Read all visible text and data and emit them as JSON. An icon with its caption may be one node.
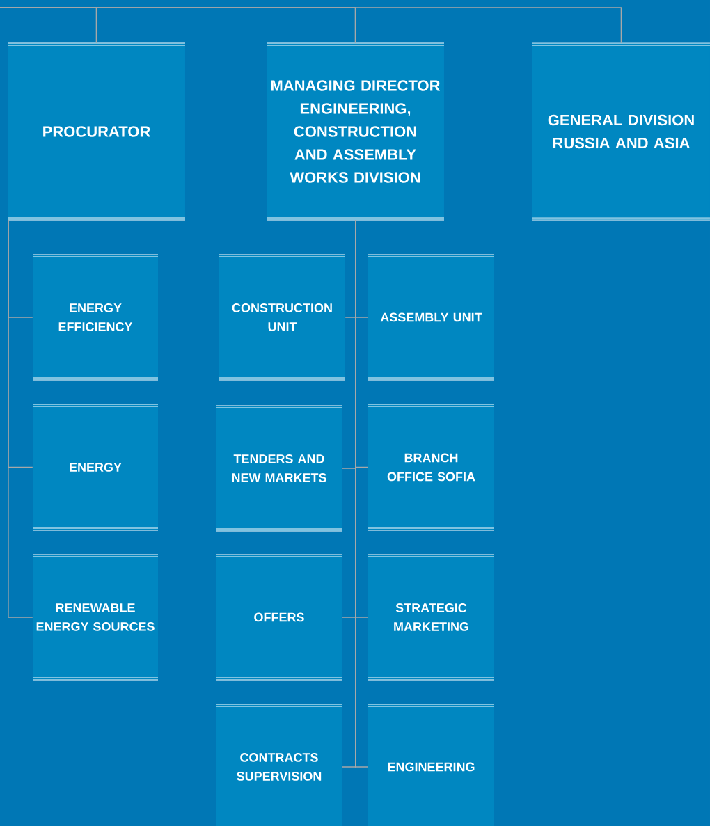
{
  "diagram": {
    "nodes": [
      {
        "text": [
          "PROCURATOR"
        ]
      },
      {
        "text": [
          "MANAGING DIRECTOR ENGINEERING, CONSTRUCTION AND ASSEMBLY WORKS DIVISION"
        ]
      },
      {
        "text": [
          "GENERAL DIVISION RUSSIA AND ASIA"
        ]
      },
      {
        "text": [
          "ENERGY EFFICIENCY"
        ]
      },
      {
        "text": [
          "ENERGY"
        ]
      },
      {
        "text": [
          "RENEWABLE ENERGY SOURCES"
        ]
      },
      {
        "text": [
          "CONSTRUCTION UNIT"
        ]
      },
      {
        "text": [
          "ASSEMBLY UNIT"
        ]
      },
      {
        "text": [
          "TENDERS AND NEW MARKETS"
        ]
      },
      {
        "text": [
          "BRANCH OFFICE SOFIA"
        ]
      },
      {
        "text": [
          "OFFERS"
        ]
      },
      {
        "text": [
          "STRATEGIC MARKETING"
        ]
      },
      {
        "text": [
          "CONTRACTS SUPERVISION"
        ]
      },
      {
        "text": [
          "ENGINEERING"
        ]
      }
    ],
    "edges": [
      {
        "from": null,
        "to": 0,
        "arrow": "none"
      },
      {
        "from": null,
        "to": 1,
        "arrow": "none"
      },
      {
        "from": null,
        "to": 2,
        "arrow": "none"
      },
      {
        "from": 0,
        "to": 3,
        "arrow": "none"
      },
      {
        "from": 0,
        "to": 4,
        "arrow": "none"
      },
      {
        "from": 0,
        "to": 5,
        "arrow": "none"
      },
      {
        "from": 1,
        "to": 6,
        "arrow": "none"
      },
      {
        "from": 1,
        "to": 7,
        "arrow": "none"
      },
      {
        "from": 1,
        "to": 8,
        "arrow": "none"
      },
      {
        "from": 1,
        "to": 9,
        "arrow": "none"
      },
      {
        "from": 1,
        "to": 10,
        "arrow": "none"
      },
      {
        "from": 1,
        "to": 11,
        "arrow": "none"
      },
      {
        "from": 1,
        "to": 12,
        "arrow": "none"
      },
      {
        "from": 1,
        "to": 13,
        "arrow": "none"
      }
    ]
  }
}
